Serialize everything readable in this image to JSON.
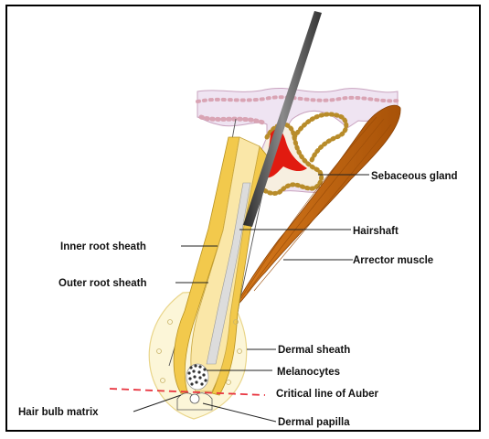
{
  "labels": {
    "sebaceous_gland": "Sebaceous gland",
    "hairshaft": "Hairshaft",
    "inner_root_sheath": "Inner root sheath",
    "arrector_muscle": "Arrector muscle",
    "outer_root_sheath": "Outer root sheath",
    "dermal_sheath": "Dermal sheath",
    "melanocytes": "Melanocytes",
    "critical_line": "Critical line of Auber",
    "hair_bulb_matrix": "Hair bulb matrix",
    "dermal_papilla": "Dermal papilla"
  },
  "colors": {
    "skin_surface": "#efe4f2",
    "cell_border": "#d9a4b4",
    "follicle_yellow": "#f2c94c",
    "bulb_cream": "#fcf6d8",
    "muscle_brown": "#c2660e",
    "gland_red": "#e11b10",
    "auber_line": "#e8343f",
    "shaft_dark": "#555555"
  }
}
